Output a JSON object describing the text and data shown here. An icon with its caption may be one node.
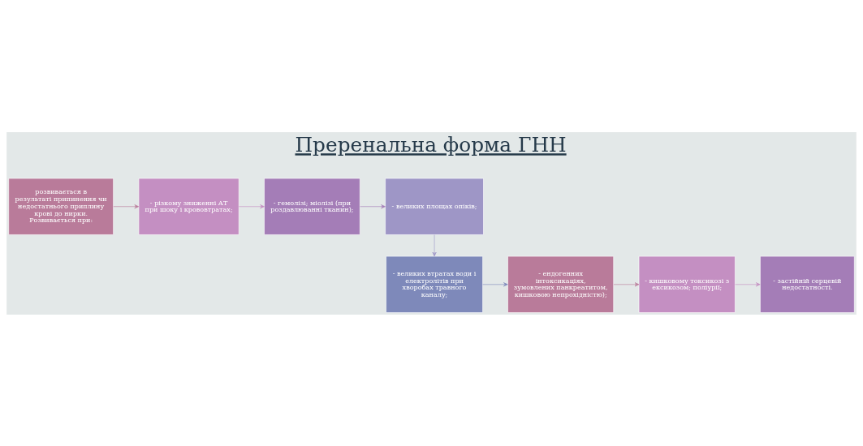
{
  "diagram": {
    "title": "Преренальна форма ГНН",
    "nodes": [
      {
        "text": [
          "розвивається в результаті припинення чи недостатнього приплину крові до нирки. Розвивається при:"
        ]
      },
      {
        "text": [
          "- різкому зниженні АТ при шоку і крововтратах;"
        ]
      },
      {
        "text": [
          "- гемолізі; міолізі (при роздавлюванні тканин);"
        ]
      },
      {
        "text": [
          "- великих площах опіків;"
        ]
      },
      {
        "text": [
          "- великих втратах води і електролітів при хворобах травного каналу;"
        ]
      },
      {
        "text": [
          "- ендогенних інтоксикаціях, зумовлених панкреатитом, кишковою непрохідністю);"
        ]
      },
      {
        "text": [
          "- кишковому токсикозі з ексикозом; поліурії;"
        ]
      },
      {
        "text": [
          "- застійній серцевій недостатності."
        ]
      }
    ],
    "edges": [
      {
        "from": 0,
        "to": 1,
        "arrow": "to",
        "color": "#b97b9a"
      },
      {
        "from": 1,
        "to": 2,
        "arrow": "to",
        "color": "#c48fc2"
      },
      {
        "from": 2,
        "to": 3,
        "arrow": "to",
        "color": "#a47db7"
      },
      {
        "from": 3,
        "to": 4,
        "arrow": "to",
        "color": "#9e96c6"
      },
      {
        "from": 4,
        "to": 5,
        "arrow": "to",
        "color": "#7e89ba"
      },
      {
        "from": 5,
        "to": 6,
        "arrow": "to",
        "color": "#b97b9a"
      },
      {
        "from": 6,
        "to": 7,
        "arrow": "to",
        "color": "#c48fc2"
      }
    ]
  }
}
